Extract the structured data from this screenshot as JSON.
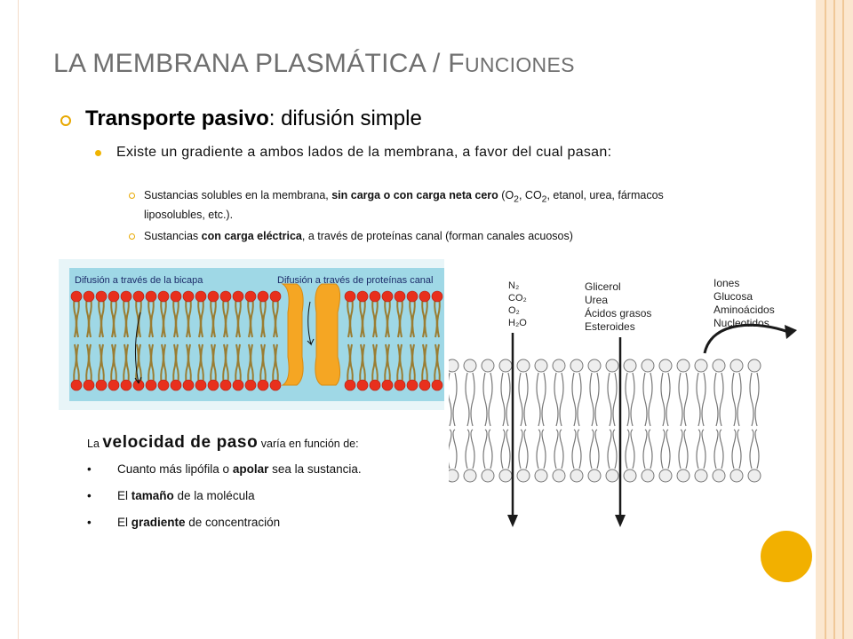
{
  "title": {
    "part1": "LA MEMBRANA PLASMÁTICA / F",
    "part2": "UNCIONES"
  },
  "heading": {
    "bold": "Transporte pasivo",
    "rest": ": difusión simple"
  },
  "bullet": {
    "text": "Existe un gradiente a ambos lados de la membrana, a favor del cual pasan:"
  },
  "sub1": {
    "a": "Sustancias solubles en la membrana, ",
    "b": "sin carga o con carga neta cero",
    "c": " (O",
    "c_sub": "2",
    "d": ", CO",
    "d_sub": "2",
    "e": ", etanol, urea, fármacos liposolubles, etc.)."
  },
  "sub2": {
    "a": "Sustancias ",
    "b": "con carga eléctrica",
    "c": ", a través de proteínas canal (forman canales acuosos)"
  },
  "figure1": {
    "label_left": "Difusión a través de la bicapa",
    "label_right": "Difusión a través de proteínas canal",
    "colors": {
      "background": "#9fd8e6",
      "head": "#e8301d",
      "tail": "#9a7d32",
      "protein": "#f5a623"
    }
  },
  "figure2": {
    "group1": [
      "N₂",
      "CO₂",
      "O₂",
      "H₂O"
    ],
    "group2": [
      "Glicerol",
      "Urea",
      "Ácidos grasos",
      "Esteroides"
    ],
    "group3": [
      "Iones",
      "Glucosa",
      "Aminoácidos",
      "Nucleotidos"
    ]
  },
  "rate": {
    "pre": "La ",
    "key": "velocidad de paso",
    "post": " varía en función de:",
    "bullet_char": "•",
    "items": [
      {
        "a": "Cuanto más lipófila o ",
        "b": "apolar",
        "c": " sea la sustancia."
      },
      {
        "a": "El ",
        "b": "tamaño",
        "c": " de la molécula"
      },
      {
        "a": "El ",
        "b": "gradiente",
        "c": " de concentración"
      }
    ]
  },
  "theme": {
    "accent": "#f2b000",
    "title_color": "#6f6f6f"
  }
}
